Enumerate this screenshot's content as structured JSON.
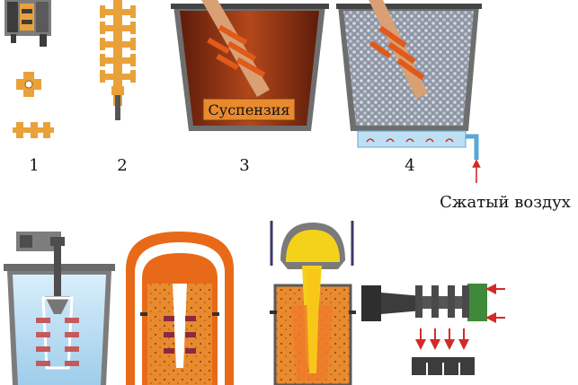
{
  "steps": [
    {
      "number": "1"
    },
    {
      "number": "2"
    },
    {
      "number": "3",
      "tag": "Суспензия"
    },
    {
      "number": "4",
      "note": "Сжатый воздух"
    }
  ],
  "colors": {
    "wax": "#e9a23a",
    "ceramic": "#f07a2a",
    "slurry_dark": "#7a2a12",
    "slurry_mid": "#b8461c",
    "sand": "#b9c0cc",
    "water": "#bcdff4",
    "steel": "#4d4d4d",
    "molten": "#f5d21a",
    "arrow": "#d22a2a"
  }
}
